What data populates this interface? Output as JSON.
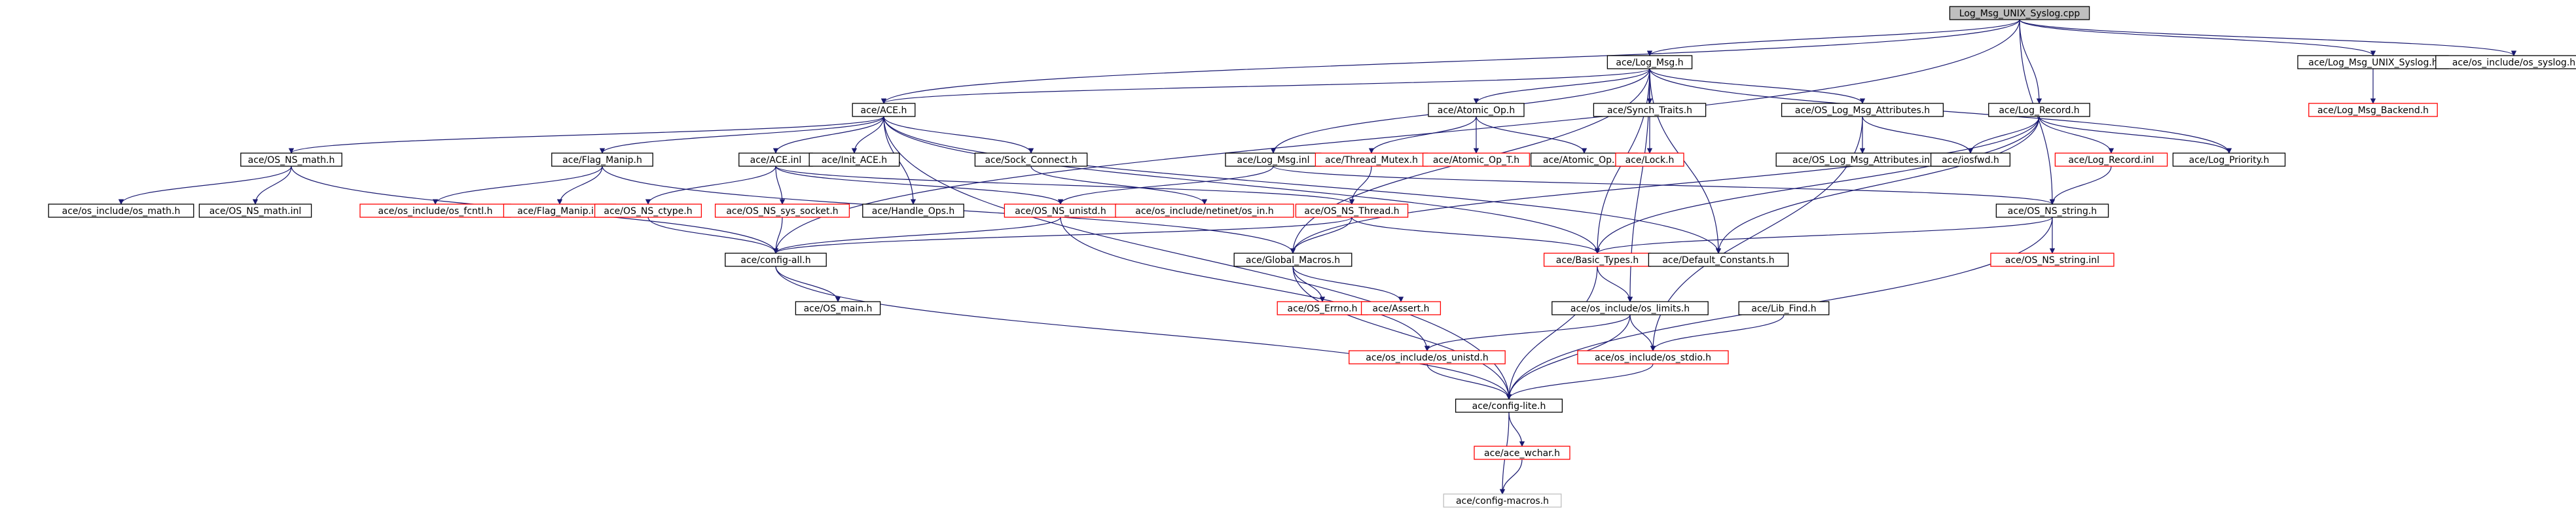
{
  "colors": {
    "root_fill": "#bfbfbf",
    "node_border": "#000000",
    "missing_border": "#ff0000",
    "truncated_border": "#bfbfbf",
    "edge": "#191970"
  },
  "nodes": [
    {
      "id": "root",
      "label": "Log_Msg_UNIX_Syslog.cpp",
      "kind": "root"
    },
    {
      "id": "log_msg_h",
      "label": "ace/Log_Msg.h",
      "kind": "normal"
    },
    {
      "id": "unix_syslog_h",
      "label": "ace/Log_Msg_UNIX_Syslog.h",
      "kind": "normal"
    },
    {
      "id": "os_syslog_h",
      "label": "ace/os_include/os_syslog.h",
      "kind": "normal"
    },
    {
      "id": "log_msg_backend",
      "label": "ace/Log_Msg_Backend.h",
      "kind": "missing"
    },
    {
      "id": "ace_h",
      "label": "ace/ACE.h",
      "kind": "normal"
    },
    {
      "id": "atomic_op_h",
      "label": "ace/Atomic_Op.h",
      "kind": "normal"
    },
    {
      "id": "synch_traits",
      "label": "ace/Synch_Traits.h",
      "kind": "normal"
    },
    {
      "id": "os_log_msg_attr_h",
      "label": "ace/OS_Log_Msg_Attributes.h",
      "kind": "normal"
    },
    {
      "id": "log_record_h",
      "label": "ace/Log_Record.h",
      "kind": "normal"
    },
    {
      "id": "os_ns_math_h",
      "label": "ace/OS_NS_math.h",
      "kind": "normal"
    },
    {
      "id": "flag_manip_h",
      "label": "ace/Flag_Manip.h",
      "kind": "normal"
    },
    {
      "id": "ace_inl",
      "label": "ace/ACE.inl",
      "kind": "normal"
    },
    {
      "id": "init_ace_h",
      "label": "ace/Init_ACE.h",
      "kind": "normal"
    },
    {
      "id": "sock_connect_h",
      "label": "ace/Sock_Connect.h",
      "kind": "normal"
    },
    {
      "id": "log_msg_inl",
      "label": "ace/Log_Msg.inl",
      "kind": "normal"
    },
    {
      "id": "thread_mutex_h",
      "label": "ace/Thread_Mutex.h",
      "kind": "missing"
    },
    {
      "id": "atomic_op_t_h",
      "label": "ace/Atomic_Op_T.h",
      "kind": "missing"
    },
    {
      "id": "atomic_op_inl",
      "label": "ace/Atomic_Op.inl",
      "kind": "normal"
    },
    {
      "id": "lock_h",
      "label": "ace/Lock.h",
      "kind": "missing"
    },
    {
      "id": "os_log_msg_attr_inl",
      "label": "ace/OS_Log_Msg_Attributes.inl",
      "kind": "normal"
    },
    {
      "id": "iosfwd_h",
      "label": "ace/iosfwd.h",
      "kind": "normal"
    },
    {
      "id": "log_record_inl",
      "label": "ace/Log_Record.inl",
      "kind": "missing"
    },
    {
      "id": "log_priority_h",
      "label": "ace/Log_Priority.h",
      "kind": "normal"
    },
    {
      "id": "os_include_math",
      "label": "ace/os_include/os_math.h",
      "kind": "normal"
    },
    {
      "id": "os_ns_math_inl",
      "label": "ace/OS_NS_math.inl",
      "kind": "normal"
    },
    {
      "id": "os_include_fcntl",
      "label": "ace/os_include/os_fcntl.h",
      "kind": "missing"
    },
    {
      "id": "flag_manip_inl",
      "label": "ace/Flag_Manip.inl",
      "kind": "missing"
    },
    {
      "id": "os_ns_ctype_h",
      "label": "ace/OS_NS_ctype.h",
      "kind": "missing"
    },
    {
      "id": "os_ns_sys_socket_h",
      "label": "ace/OS_NS_sys_socket.h",
      "kind": "missing"
    },
    {
      "id": "handle_ops_h",
      "label": "ace/Handle_Ops.h",
      "kind": "normal"
    },
    {
      "id": "os_ns_unistd_h",
      "label": "ace/OS_NS_unistd.h",
      "kind": "missing"
    },
    {
      "id": "os_include_netinet_in",
      "label": "ace/os_include/netinet/os_in.h",
      "kind": "missing"
    },
    {
      "id": "os_ns_thread_h",
      "label": "ace/OS_NS_Thread.h",
      "kind": "missing"
    },
    {
      "id": "os_ns_string_h",
      "label": "ace/OS_NS_string.h",
      "kind": "normal"
    },
    {
      "id": "os_ns_string_inl",
      "label": "ace/OS_NS_string.inl",
      "kind": "missing"
    },
    {
      "id": "config_all_h",
      "label": "ace/config-all.h",
      "kind": "normal"
    },
    {
      "id": "global_macros_h",
      "label": "ace/Global_Macros.h",
      "kind": "normal"
    },
    {
      "id": "basic_types_h",
      "label": "ace/Basic_Types.h",
      "kind": "missing"
    },
    {
      "id": "default_constants_h",
      "label": "ace/Default_Constants.h",
      "kind": "normal"
    },
    {
      "id": "os_main_h",
      "label": "ace/OS_main.h",
      "kind": "normal"
    },
    {
      "id": "os_errno_h",
      "label": "ace/OS_Errno.h",
      "kind": "missing"
    },
    {
      "id": "assert_h",
      "label": "ace/Assert.h",
      "kind": "missing"
    },
    {
      "id": "os_include_limits",
      "label": "ace/os_include/os_limits.h",
      "kind": "normal"
    },
    {
      "id": "lib_find_h",
      "label": "ace/Lib_Find.h",
      "kind": "normal"
    },
    {
      "id": "os_include_unistd",
      "label": "ace/os_include/os_unistd.h",
      "kind": "missing"
    },
    {
      "id": "os_include_stdio",
      "label": "ace/os_include/os_stdio.h",
      "kind": "missing"
    },
    {
      "id": "config_lite_h",
      "label": "ace/config-lite.h",
      "kind": "normal"
    },
    {
      "id": "ace_wchar_h",
      "label": "ace/ace_wchar.h",
      "kind": "missing"
    },
    {
      "id": "config_macros_h",
      "label": "ace/config-macros.h",
      "kind": "truncated"
    }
  ],
  "edges": [
    [
      "root",
      "log_msg_h"
    ],
    [
      "root",
      "unix_syslog_h"
    ],
    [
      "root",
      "os_syslog_h"
    ],
    [
      "root",
      "log_record_h"
    ],
    [
      "root",
      "os_ns_string_h"
    ],
    [
      "root",
      "config_all_h"
    ],
    [
      "root",
      "ace_h"
    ],
    [
      "unix_syslog_h",
      "log_msg_backend"
    ],
    [
      "log_msg_h",
      "ace_h"
    ],
    [
      "log_msg_h",
      "atomic_op_h"
    ],
    [
      "log_msg_h",
      "synch_traits"
    ],
    [
      "log_msg_h",
      "os_log_msg_attr_h"
    ],
    [
      "log_msg_h",
      "log_priority_h"
    ],
    [
      "log_msg_h",
      "log_msg_inl"
    ],
    [
      "log_msg_h",
      "default_constants_h"
    ],
    [
      "log_msg_h",
      "os_include_limits"
    ],
    [
      "log_msg_h",
      "basic_types_h"
    ],
    [
      "log_msg_h",
      "global_macros_h"
    ],
    [
      "ace_h",
      "os_ns_math_h"
    ],
    [
      "ace_h",
      "flag_manip_h"
    ],
    [
      "ace_h",
      "ace_inl"
    ],
    [
      "ace_h",
      "init_ace_h"
    ],
    [
      "ace_h",
      "sock_connect_h"
    ],
    [
      "ace_h",
      "handle_ops_h"
    ],
    [
      "ace_h",
      "config_lite_h"
    ],
    [
      "ace_h",
      "basic_types_h"
    ],
    [
      "ace_h",
      "default_constants_h"
    ],
    [
      "atomic_op_h",
      "thread_mutex_h"
    ],
    [
      "atomic_op_h",
      "atomic_op_t_h"
    ],
    [
      "atomic_op_h",
      "atomic_op_inl"
    ],
    [
      "synch_traits",
      "lock_h"
    ],
    [
      "os_log_msg_attr_h",
      "os_log_msg_attr_inl"
    ],
    [
      "os_log_msg_attr_h",
      "iosfwd_h"
    ],
    [
      "os_log_msg_attr_h",
      "os_include_stdio"
    ],
    [
      "log_record_h",
      "iosfwd_h"
    ],
    [
      "log_record_h",
      "log_record_inl"
    ],
    [
      "log_record_h",
      "log_priority_h"
    ],
    [
      "log_record_h",
      "default_constants_h"
    ],
    [
      "log_record_h",
      "basic_types_h"
    ],
    [
      "log_record_h",
      "global_macros_h"
    ],
    [
      "log_record_inl",
      "os_ns_string_h"
    ],
    [
      "os_ns_math_h",
      "os_include_math"
    ],
    [
      "os_ns_math_h",
      "os_ns_math_inl"
    ],
    [
      "os_ns_math_h",
      "config_all_h"
    ],
    [
      "flag_manip_h",
      "os_include_fcntl"
    ],
    [
      "flag_manip_h",
      "flag_manip_inl"
    ],
    [
      "flag_manip_h",
      "global_macros_h"
    ],
    [
      "ace_inl",
      "os_ns_ctype_h"
    ],
    [
      "ace_inl",
      "os_ns_sys_socket_h"
    ],
    [
      "ace_inl",
      "os_ns_unistd_h"
    ],
    [
      "ace_inl",
      "os_ns_thread_h"
    ],
    [
      "sock_connect_h",
      "os_include_netinet_in"
    ],
    [
      "log_msg_inl",
      "os_ns_unistd_h"
    ],
    [
      "log_msg_inl",
      "os_ns_string_h"
    ],
    [
      "thread_mutex_h",
      "os_ns_thread_h"
    ],
    [
      "os_ns_ctype_h",
      "config_all_h"
    ],
    [
      "os_ns_sys_socket_h",
      "config_all_h"
    ],
    [
      "os_ns_unistd_h",
      "config_all_h"
    ],
    [
      "os_ns_unistd_h",
      "os_include_unistd"
    ],
    [
      "os_ns_thread_h",
      "global_macros_h"
    ],
    [
      "os_ns_thread_h",
      "basic_types_h"
    ],
    [
      "os_ns_thread_h",
      "config_all_h"
    ],
    [
      "os_ns_string_h",
      "os_ns_string_inl"
    ],
    [
      "os_ns_string_h",
      "basic_types_h"
    ],
    [
      "os_ns_string_h",
      "config_lite_h"
    ],
    [
      "config_all_h",
      "os_main_h"
    ],
    [
      "config_all_h",
      "config_lite_h"
    ],
    [
      "global_macros_h",
      "os_errno_h"
    ],
    [
      "global_macros_h",
      "assert_h"
    ],
    [
      "global_macros_h",
      "config_lite_h"
    ],
    [
      "basic_types_h",
      "os_include_limits"
    ],
    [
      "basic_types_h",
      "config_lite_h"
    ],
    [
      "os_include_limits",
      "os_include_unistd"
    ],
    [
      "os_include_limits",
      "os_include_stdio"
    ],
    [
      "os_include_limits",
      "config_lite_h"
    ],
    [
      "lib_find_h",
      "os_include_stdio"
    ],
    [
      "os_include_unistd",
      "config_lite_h"
    ],
    [
      "os_include_stdio",
      "config_lite_h"
    ],
    [
      "config_lite_h",
      "ace_wchar_h"
    ],
    [
      "config_lite_h",
      "config_macros_h"
    ],
    [
      "ace_wchar_h",
      "config_macros_h"
    ]
  ]
}
